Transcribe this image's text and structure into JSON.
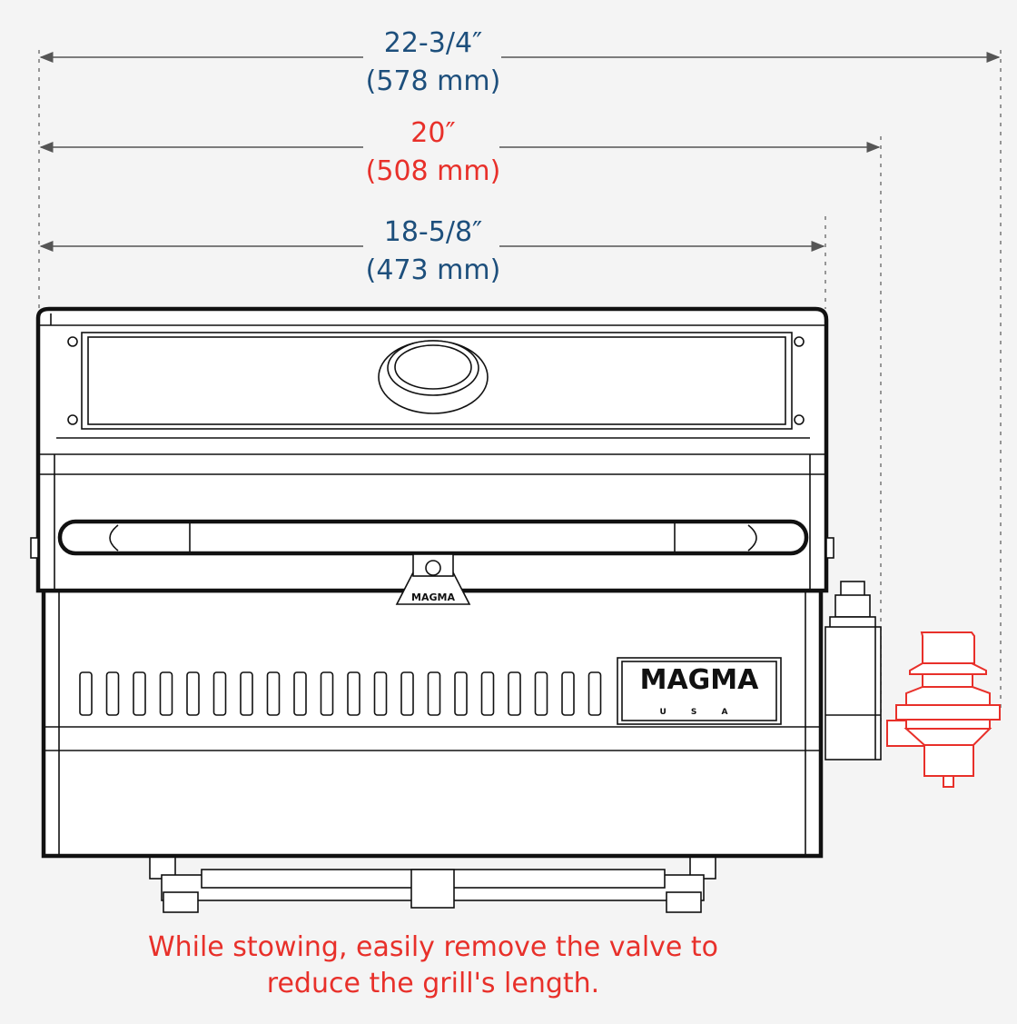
{
  "colors": {
    "blue": "#1d4f7c",
    "red": "#e8302a",
    "line": "#555555"
  },
  "dimensions": [
    {
      "imperial": "22-3/4″",
      "metric": "(578 mm)",
      "color": "blue"
    },
    {
      "imperial": "20″",
      "metric": "(508 mm)",
      "color": "red"
    },
    {
      "imperial": "18-5/8″",
      "metric": "(473 mm)",
      "color": "blue"
    }
  ],
  "logo": {
    "brand": "MAGMA",
    "sub": "U S A"
  },
  "note": {
    "line1": "While stowing, easily remove the valve to",
    "line2": "reduce the grill's length."
  }
}
